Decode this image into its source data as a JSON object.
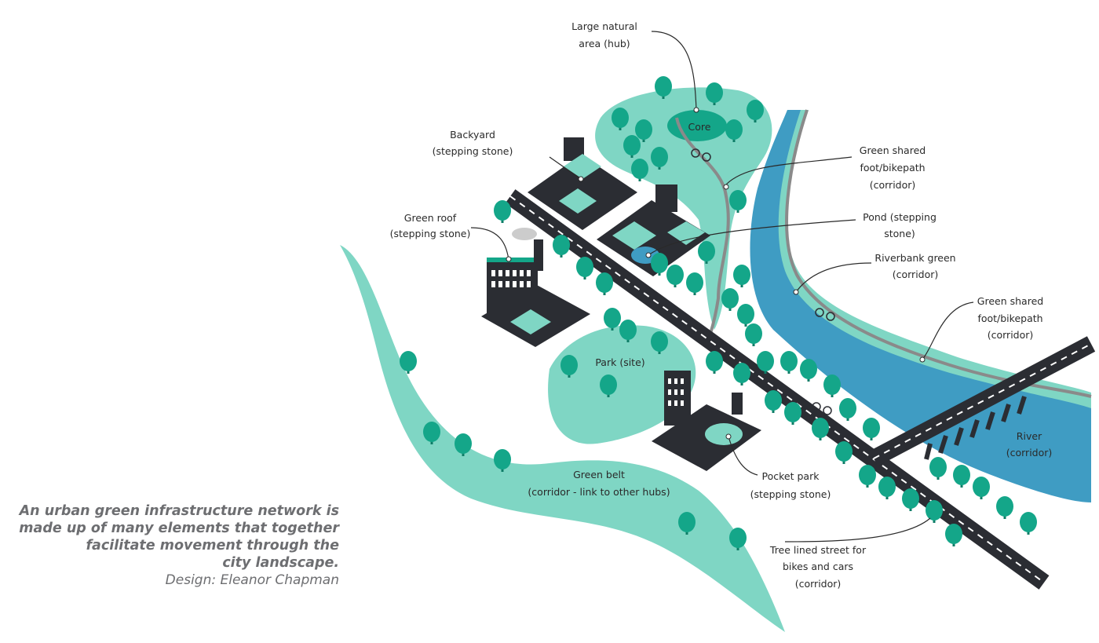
{
  "labels": {
    "hub": [
      "Large natural",
      "area (hub)"
    ],
    "core": "Core",
    "backyard": [
      "Backyard",
      "(stepping stone)"
    ],
    "green_roof": [
      "Green roof",
      "(stepping stone)"
    ],
    "bikepath_1": [
      "Green shared",
      "foot/bikepath",
      "(corridor)"
    ],
    "pond": [
      "Pond (stepping",
      "stone)"
    ],
    "riverbank": [
      "Riverbank green",
      "(corridor)"
    ],
    "bikepath_2": [
      "Green shared",
      "foot/bikepath",
      "(corridor)"
    ],
    "park": "Park (site)",
    "river": [
      "River",
      "(corridor)"
    ],
    "pocket_park": [
      "Pocket park",
      "(stepping stone)"
    ],
    "green_belt": [
      "Green belt",
      "(corridor - link to other hubs)"
    ],
    "street": [
      "Tree lined street for",
      "bikes and cars",
      "(corridor)"
    ]
  },
  "caption": {
    "lines": [
      "An urban green infrastructure network is",
      "made up of many elements that together",
      "facilitate movement through the",
      "city landscape."
    ],
    "credit": "Design: Eleanor Chapman"
  },
  "colors": {
    "green_space": "#7fd6c4",
    "tree": "#14a689",
    "building": "#2b2d33",
    "river": "#3f9cc3",
    "path": "#8a8a8a"
  }
}
